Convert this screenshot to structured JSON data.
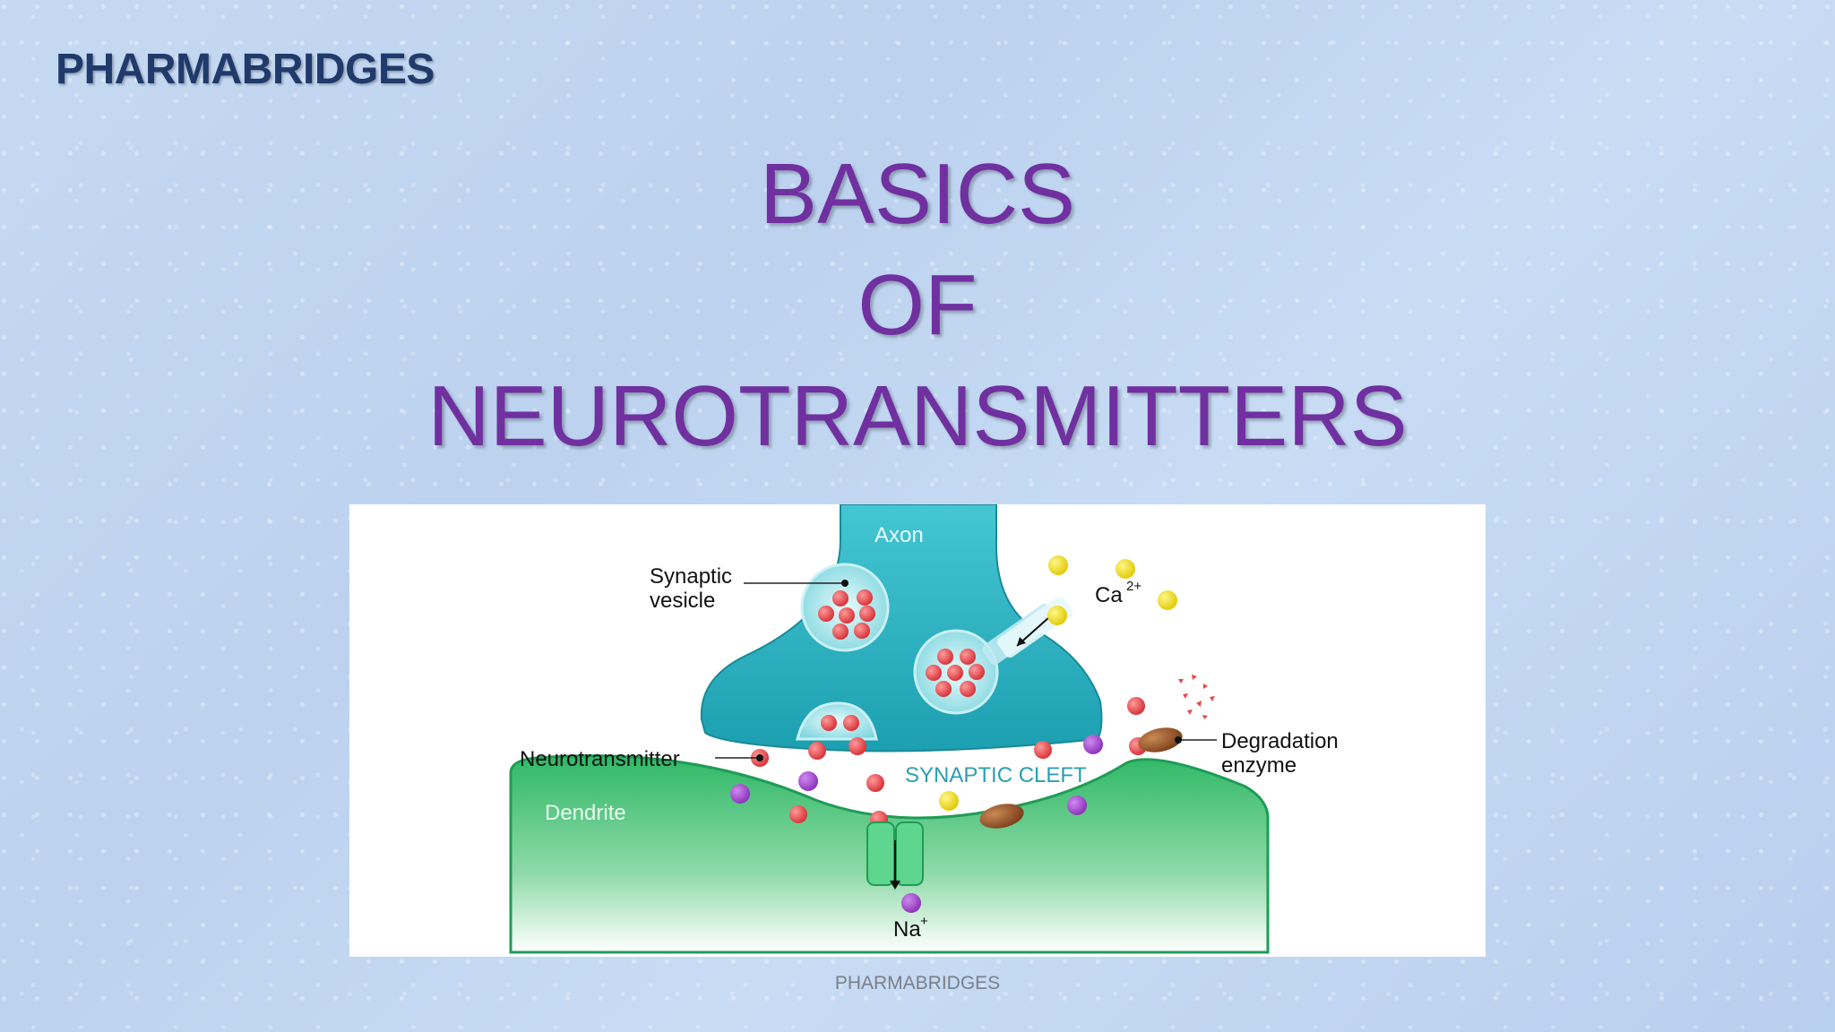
{
  "brand": "PHARMABRIDGES",
  "title": {
    "line1": "BASICS",
    "line2": "OF",
    "line3": "NEUROTRANSMITTERS"
  },
  "diagram": {
    "axon": "Axon",
    "synaptic_vesicle_1": "Synaptic",
    "synaptic_vesicle_2": "vesicle",
    "calcium": "Ca",
    "calcium_charge": "2+",
    "neurotransmitter": "Neurotransmitter",
    "synaptic_cleft": "SYNAPTIC CLEFT",
    "degradation_1": "Degradation",
    "degradation_2": "enzyme",
    "dendrite": "Dendrite",
    "sodium": "Na",
    "sodium_charge": "+"
  },
  "footer": "PHARMABRIDGES",
  "colors": {
    "title": "#7030a0",
    "brand": "#1f3a6b",
    "axon": "#2bb5c4",
    "dendrite": "#3cc070",
    "neurotransmitter": "#e8474a",
    "calcium": "#f2e21a",
    "sodium": "#9a3ec8"
  }
}
